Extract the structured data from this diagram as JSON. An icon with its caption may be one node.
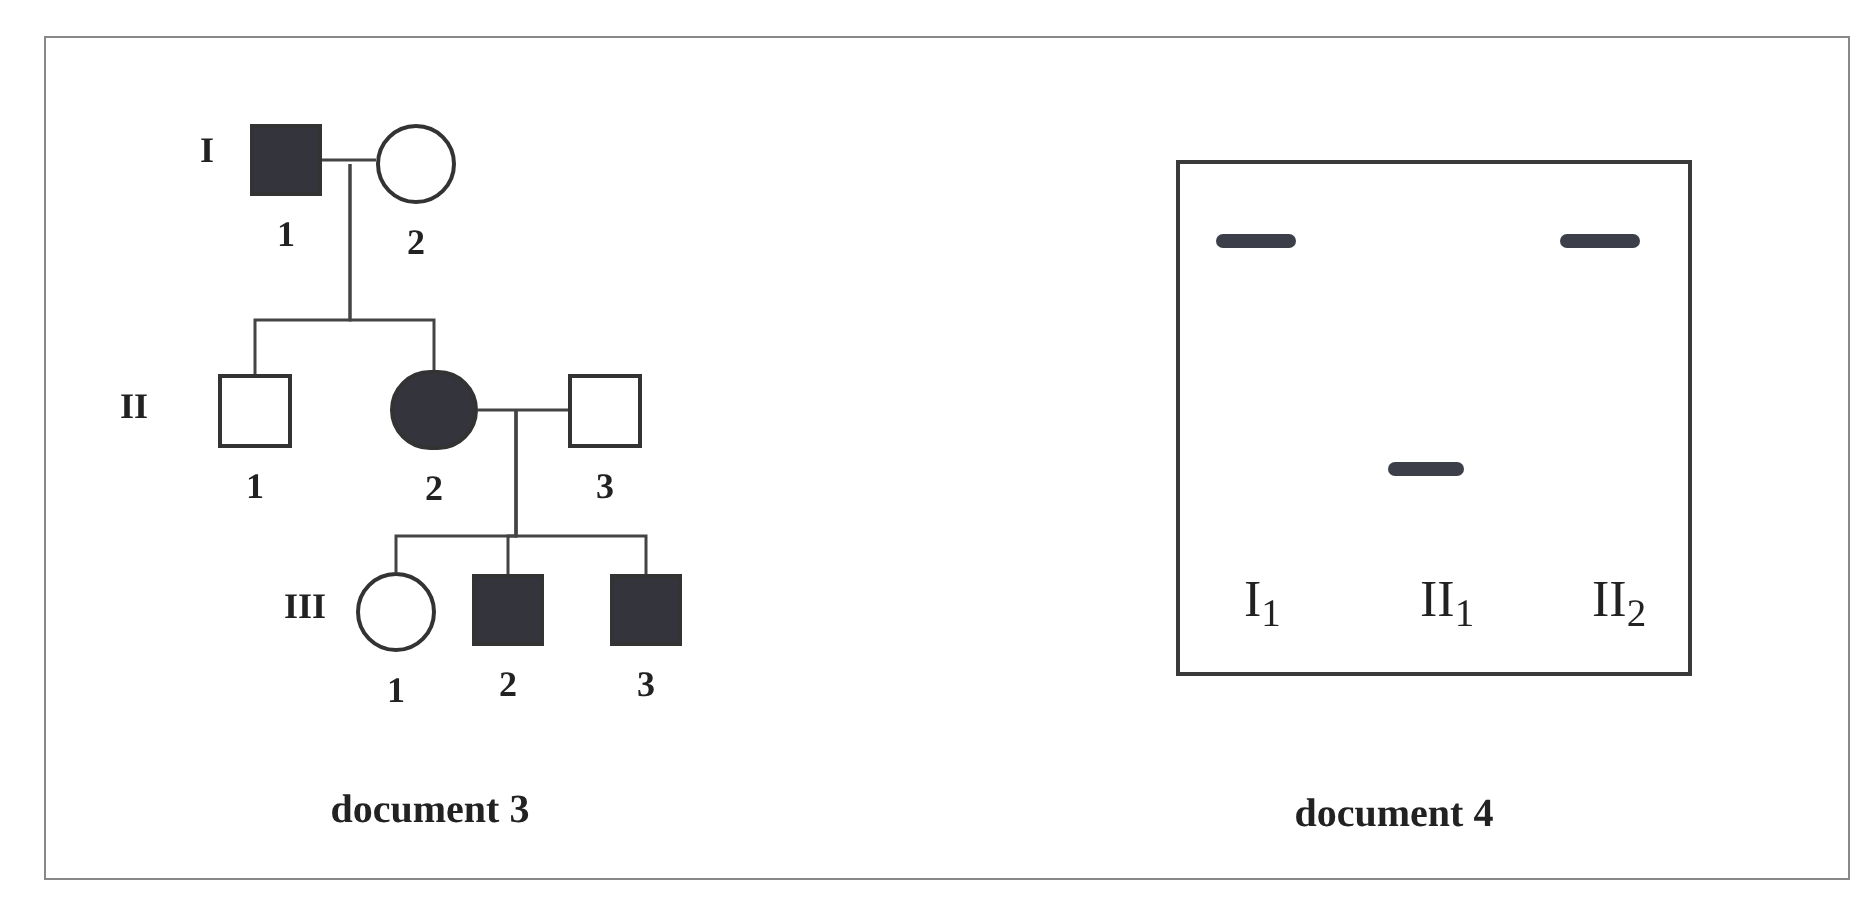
{
  "diagram": {
    "nodes": [
      {
        "text": [],
        "shape": "block",
        "beside": [
          "1"
        ]
      },
      {
        "text": [],
        "shape": "circle",
        "beside": [
          "2"
        ]
      },
      {
        "text": [],
        "shape": "box",
        "beside": [
          "1"
        ]
      },
      {
        "text": [],
        "shape": "disc",
        "beside": [
          "2"
        ]
      },
      {
        "text": [],
        "shape": "box",
        "beside": [
          "3"
        ]
      },
      {
        "text": [],
        "shape": "circle",
        "beside": [
          "1"
        ]
      },
      {
        "text": [],
        "shape": "block",
        "beside": [
          "2"
        ]
      },
      {
        "text": [],
        "shape": "block",
        "beside": [
          "3"
        ]
      },
      {
        "text": [
          "I$_{1}$",
          "II$_{1}$",
          "II$_{2}$"
        ]
      },
      {
        "text": [],
        "shape": "bar",
        "in": 8
      },
      {
        "text": [],
        "shape": "bar",
        "in": 8
      },
      {
        "text": [],
        "shape": "bar",
        "in": 8
      }
    ],
    "edges": [
      {
        "from": 0,
        "to": 1,
        "arrow": "none"
      },
      {
        "from": null,
        "to": 2,
        "arrow": "none"
      },
      {
        "from": null,
        "to": 3,
        "arrow": "none"
      },
      {
        "from": 3,
        "to": 4,
        "arrow": "none"
      },
      {
        "from": null,
        "to": 5,
        "arrow": "none"
      },
      {
        "from": null,
        "to": 6,
        "arrow": "none"
      },
      {
        "from": null,
        "to": 7,
        "arrow": "none"
      }
    ],
    "labels": [
      "I",
      "II",
      "III",
      "document 3",
      "document 4"
    ]
  }
}
